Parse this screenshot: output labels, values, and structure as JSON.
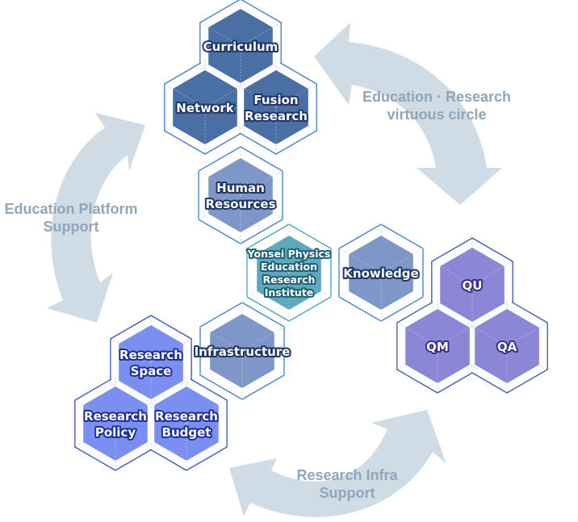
{
  "arrows": [
    {
      "id": "education-research-circle",
      "label_lines": [
        "Education · Research",
        "virtuous circle"
      ]
    },
    {
      "id": "education-platform-support",
      "label_lines": [
        "Education Platform",
        "Support"
      ]
    },
    {
      "id": "research-infra-support",
      "label_lines": [
        "Research Infra",
        "Support"
      ]
    }
  ],
  "colors": {
    "arrow": "#cfdce6",
    "arrow_text": "#8fa6ba",
    "dark_blue": "#4a6fa5",
    "mid_blue": "#7e97c8",
    "teal": "#5ea8bd",
    "periwinkle": "#7b8ff0",
    "purple": "#8c86d6"
  },
  "clusters": {
    "top": {
      "hexes": [
        {
          "id": "curriculum",
          "lines": [
            "Curriculum"
          ]
        },
        {
          "id": "network",
          "lines": [
            "Network"
          ]
        },
        {
          "id": "fusion-research",
          "lines": [
            "Fusion",
            "Research"
          ]
        }
      ]
    },
    "bottom_left": {
      "hexes": [
        {
          "id": "research-space",
          "lines": [
            "Research",
            "Space"
          ]
        },
        {
          "id": "research-policy",
          "lines": [
            "Research",
            "Policy"
          ]
        },
        {
          "id": "research-budget",
          "lines": [
            "Research",
            "Budget"
          ]
        }
      ]
    },
    "right": {
      "hexes": [
        {
          "id": "qu",
          "lines": [
            "QU"
          ]
        },
        {
          "id": "qm",
          "lines": [
            "QM"
          ]
        },
        {
          "id": "qa",
          "lines": [
            "QA"
          ]
        }
      ]
    }
  },
  "singles": [
    {
      "id": "human-resources",
      "lines": [
        "Human",
        "Resources"
      ]
    },
    {
      "id": "yonsei-institute",
      "lines": [
        "Yonsei Physics",
        "Education",
        "Research",
        "Institute"
      ]
    },
    {
      "id": "knowledge",
      "lines": [
        "Knowledge"
      ]
    },
    {
      "id": "infrastructure",
      "lines": [
        "Infrastructure"
      ]
    }
  ]
}
